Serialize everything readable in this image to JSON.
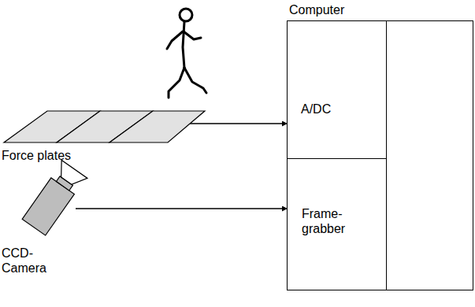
{
  "diagram": {
    "nodes": [
      {
        "text": [
          "Computer"
        ]
      },
      {
        "text": [
          "A/DC"
        ],
        "in": 0
      },
      {
        "text": [
          "Frame- grabber"
        ],
        "in": 0
      },
      {
        "text": [
          "Force plates"
        ]
      },
      {
        "text": [
          "CCD- Camera"
        ]
      }
    ],
    "edges": [
      {
        "from": 3,
        "to": 1,
        "arrow": "to"
      },
      {
        "from": 4,
        "to": 2,
        "arrow": "to"
      }
    ]
  }
}
